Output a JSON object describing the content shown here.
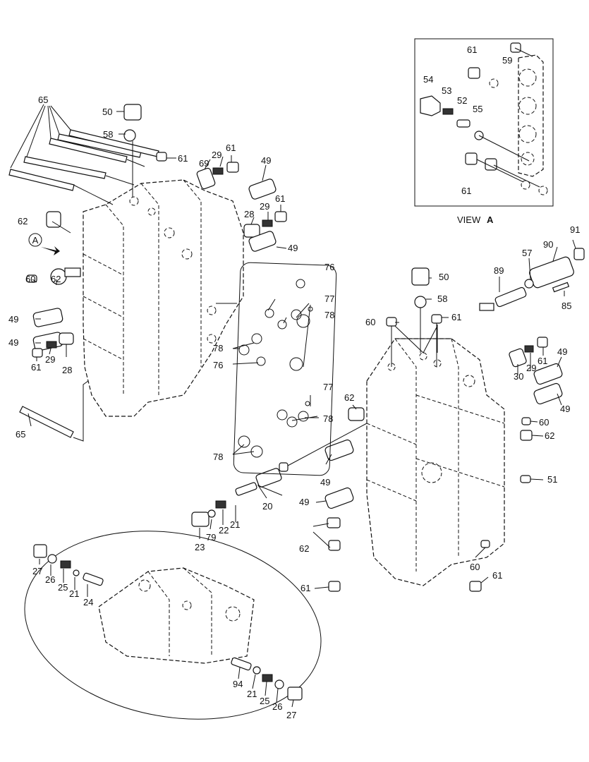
{
  "view_label": "VIEW",
  "view_letter": "A",
  "arrow_letter": "A",
  "callouts": {
    "c65a": "65",
    "c50a": "50",
    "c58a": "58",
    "c61a": "61",
    "c69": "69",
    "c29a": "29",
    "c61b": "61",
    "c49a": "49",
    "c62a": "62",
    "c28a": "28",
    "c29b": "29",
    "c61c": "61",
    "c49b": "49",
    "c60a": "60",
    "c62b": "62",
    "c49c": "49",
    "c49d": "49",
    "c61d": "61",
    "c29c": "29",
    "c28b": "28",
    "c65b": "65",
    "c61e": "61",
    "c59": "59",
    "c54": "54",
    "c53": "53",
    "c52": "52",
    "c55": "55",
    "c61f": "61",
    "c76a": "76",
    "c77a": "77",
    "c78a": "78",
    "c78b": "78",
    "c76b": "76",
    "c77b": "77",
    "c78c": "78",
    "c78d": "78",
    "c91": "91",
    "c90": "90",
    "c57": "57",
    "c89": "89",
    "c85": "85",
    "c50b": "50",
    "c58b": "58",
    "c60b": "60",
    "c61g": "61",
    "c30": "30",
    "c29d": "29",
    "c61h": "61",
    "c49e": "49",
    "c49f": "49",
    "c62c": "62",
    "c60c": "60",
    "c62d": "62",
    "c51": "51",
    "c49g": "49",
    "c49h": "49",
    "c20": "20",
    "c21a": "21",
    "c22": "22",
    "c79": "79",
    "c23": "23",
    "c62e": "62",
    "c60d": "60",
    "c61i": "61",
    "c61j": "61",
    "c27a": "27",
    "c26a": "26",
    "c25a": "25",
    "c21b": "21",
    "c24": "24",
    "c94": "94",
    "c21c": "21",
    "c25b": "25",
    "c26b": "26",
    "c27b": "27"
  }
}
